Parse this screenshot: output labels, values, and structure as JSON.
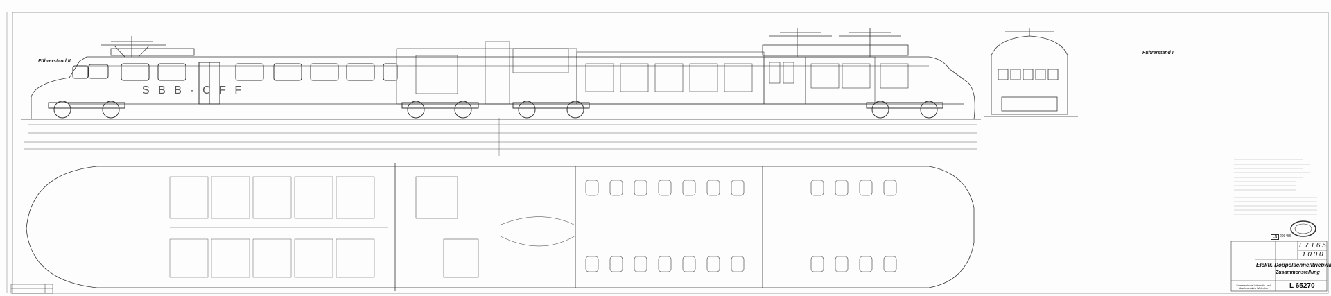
{
  "drawing": {
    "cab_label_left": "Führerstand II",
    "cab_label_right": "Führerstand I",
    "livery_text": "S B B  -  C F F"
  },
  "title_block": {
    "ln_label": "LN",
    "ln_number": "209456",
    "drawing_no": "L 7 1 6 5",
    "scale": "1 0 0 0",
    "title": "Elektr. Doppelschnelltriebwagen",
    "subtitle": "Zusammenstellung",
    "sheet_number": "L 65270",
    "maker": "Schweizerische Lokomotiv- und Maschinenfabrik Winterthur"
  },
  "colors": {
    "ink": "#333333",
    "paper": "#fdfdfd"
  }
}
